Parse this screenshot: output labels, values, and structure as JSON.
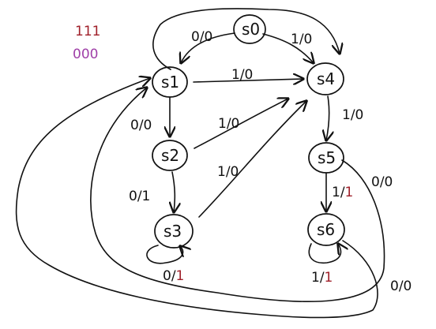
{
  "colors": {
    "ink": "#111111",
    "accent_red": "#a0202a",
    "accent_purple": "#a040a8"
  },
  "top_left": {
    "line1": "111",
    "line2": "000"
  },
  "states": {
    "s0": "s0",
    "s1": "s1",
    "s2": "s2",
    "s3": "s3",
    "s4": "s4",
    "s5": "s5",
    "s6": "s6"
  },
  "edges": {
    "s0_s1": "0/0",
    "s0_s4": "1/0",
    "s1_s4": "1/0",
    "s1_s2": "0/0",
    "s2_s4": "1/0",
    "s2_s3": "0/1",
    "s3_s4": "1/0",
    "s3_self_prefix": "0/",
    "s3_self_suffix": "1",
    "s4_s5": "1/0",
    "s5_s6_prefix": "1/",
    "s5_s6_suffix": "1",
    "s5_s1": "0/0",
    "s6_self_prefix": "1/",
    "s6_self_suffix": "1",
    "s6_s1": "0/0"
  }
}
